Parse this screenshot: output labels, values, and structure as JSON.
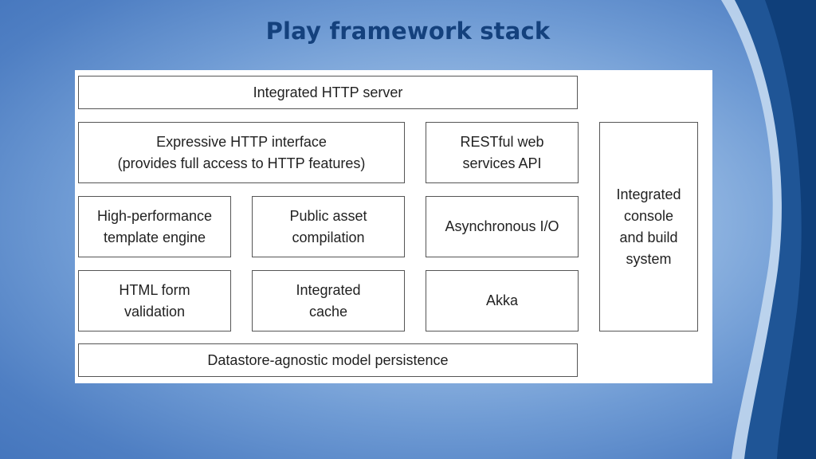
{
  "slide": {
    "title": "Play framework stack"
  },
  "diagram": {
    "components": {
      "http_server": "Integrated HTTP server",
      "http_interface": "Expressive HTTP interface\n(provides full access to HTTP features)",
      "restful_api": "RESTful web\nservices API",
      "console_build": "Integrated\nconsole\nand build\nsystem",
      "template_engine": "High-performance\ntemplate engine",
      "asset_compilation": "Public asset\ncompilation",
      "async_io": "Asynchronous I/O",
      "form_validation": "HTML form\nvalidation",
      "cache": "Integrated\ncache",
      "akka": "Akka",
      "persistence": "Datastore-agnostic model persistence"
    }
  },
  "colors": {
    "title": "#14417d",
    "background_light": "#b9d3ef",
    "background_dark": "#4576bd",
    "swoosh_dark": "#0f3f7a",
    "swoosh_light": "#c8dcf1",
    "box_border": "#555555"
  }
}
